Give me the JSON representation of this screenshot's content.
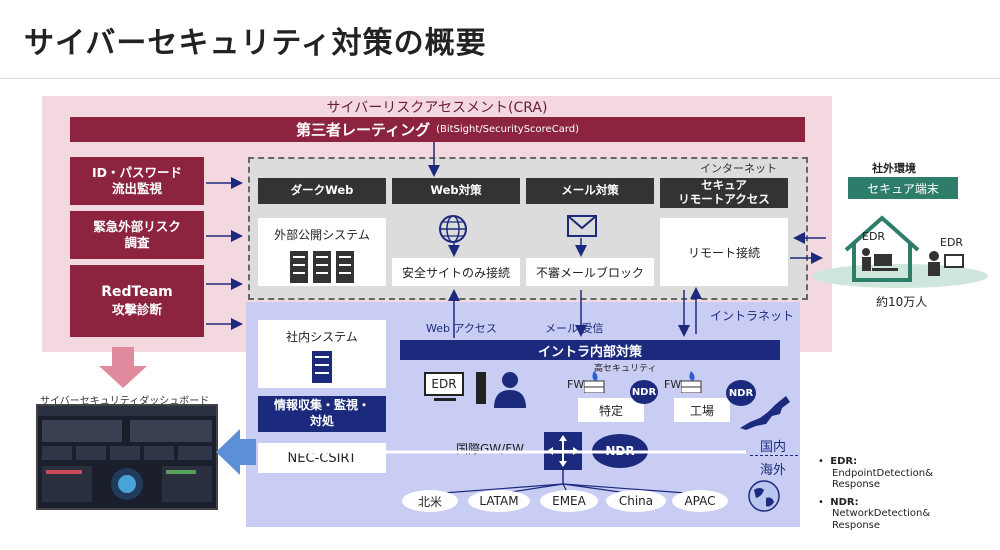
{
  "page": {
    "title": "サイバーセキュリティ対策の概要"
  },
  "cra": {
    "label": "サイバーリスクアセスメント(CRA)",
    "third_party": "第三者レーティング",
    "third_party_sub": "(BitSight/SecurityScoreCard)"
  },
  "monitoring": [
    {
      "line1": "ID・パスワード",
      "line2": "流出監視"
    },
    {
      "line1": "緊急外部リスク",
      "line2": "調査"
    },
    {
      "line1": "RedTeam",
      "line2": "攻撃診断"
    }
  ],
  "dashboard": {
    "label": "サイバーセキュリティダッシュボード"
  },
  "internet": {
    "label": "インターネット",
    "columns": [
      {
        "head": "ダークWeb",
        "body": "外部公開システム"
      },
      {
        "head": "Web対策",
        "body": "安全サイトのみ接続"
      },
      {
        "head": "メール対策",
        "body": "不審メールブロック"
      },
      {
        "head1": "セキュア",
        "head2": "リモートアクセス",
        "body": "リモート接続"
      }
    ]
  },
  "outside": {
    "title": "社外環境",
    "terminal": "セキュア端末",
    "edr1": "EDR",
    "edr2": "EDR",
    "users": "約10万人"
  },
  "intranet": {
    "label": "イントラネット",
    "web_access": "Web アクセス",
    "mail_receive": "メール 受信",
    "bar": "イントラ内部対策",
    "internal_system": "社内システム",
    "collect_line1": "情報収集・監視・",
    "collect_line2": "対処",
    "csirt": "NEC-CSIRT",
    "edr": "EDR",
    "high_security": "高セキュリティ",
    "fw1": "FW",
    "fw2": "FW",
    "specific": "特定",
    "factory": "工場",
    "ndr1": "NDR",
    "ndr2": "NDR",
    "ndr_main": "NDR",
    "gateway": "国際GW/FW",
    "domestic": "国内",
    "overseas": "海外",
    "regions": [
      "北米",
      "LATAM",
      "EMEA",
      "China",
      "APAC"
    ]
  },
  "legend": [
    {
      "term": "EDR:",
      "line1": "EndpointDetection&",
      "line2": "Response"
    },
    {
      "term": "NDR:",
      "line1": "NetworkDetection&",
      "line2": "Response"
    }
  ],
  "colors": {
    "cra_bg": "#f4d8df",
    "maroon": "#8c2440",
    "navy": "#1c2a7d",
    "intranet_bg": "#c9cdf3",
    "secure_green": "#2e7d6b"
  }
}
